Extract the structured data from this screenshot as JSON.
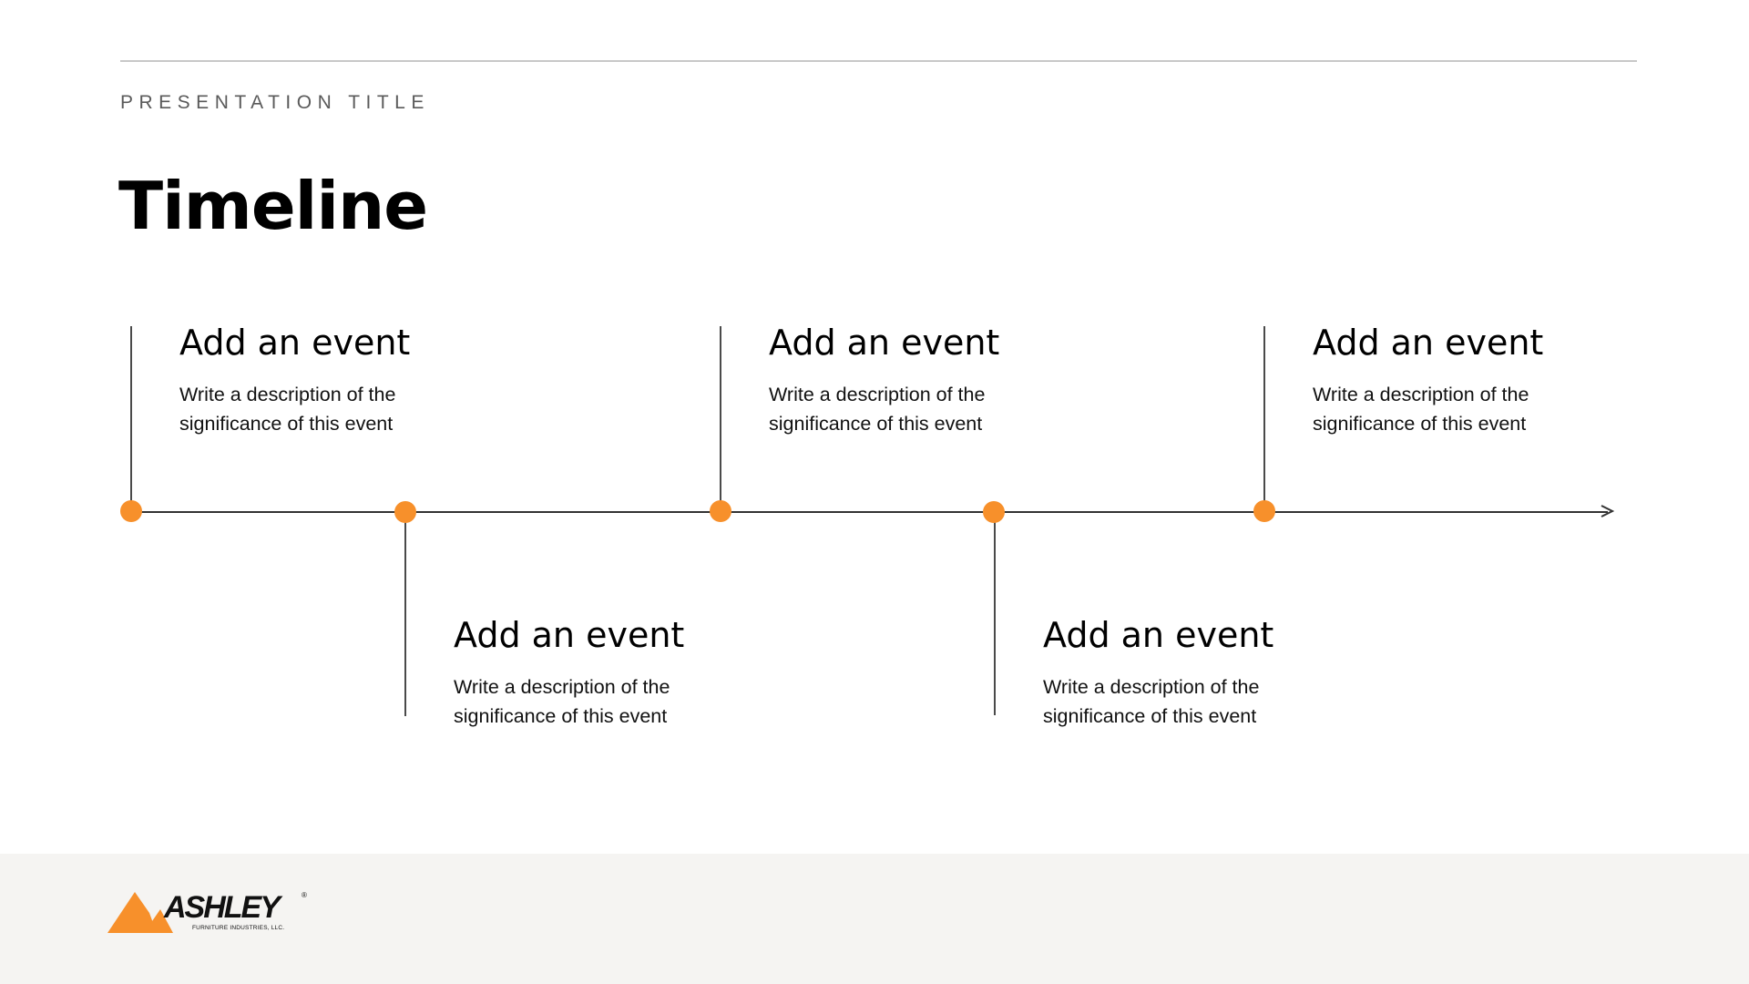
{
  "header": {
    "eyebrow": "PRESENTATION TITLE",
    "title": "Timeline"
  },
  "events": [
    {
      "title": "Add an event",
      "description": "Write a description of the significance of this event"
    },
    {
      "title": "Add an event",
      "description": "Write a description of the significance of this event"
    },
    {
      "title": "Add an event",
      "description": "Write a description of the significance of this event"
    },
    {
      "title": "Add an event",
      "description": "Write a description of the significance of this event"
    },
    {
      "title": "Add an event",
      "description": "Write a description of the significance of this event"
    }
  ],
  "footer": {
    "logo_name": "ASHLEY",
    "logo_registered": "®",
    "logo_subtitle": "FURNITURE INDUSTRIES, LLC."
  },
  "colors": {
    "accent": "#f7902b",
    "footer_background": "#f5f4f2",
    "rule": "#c8c8c8"
  },
  "icons": [
    "arrow-right-icon",
    "ashley-roof-icon"
  ]
}
